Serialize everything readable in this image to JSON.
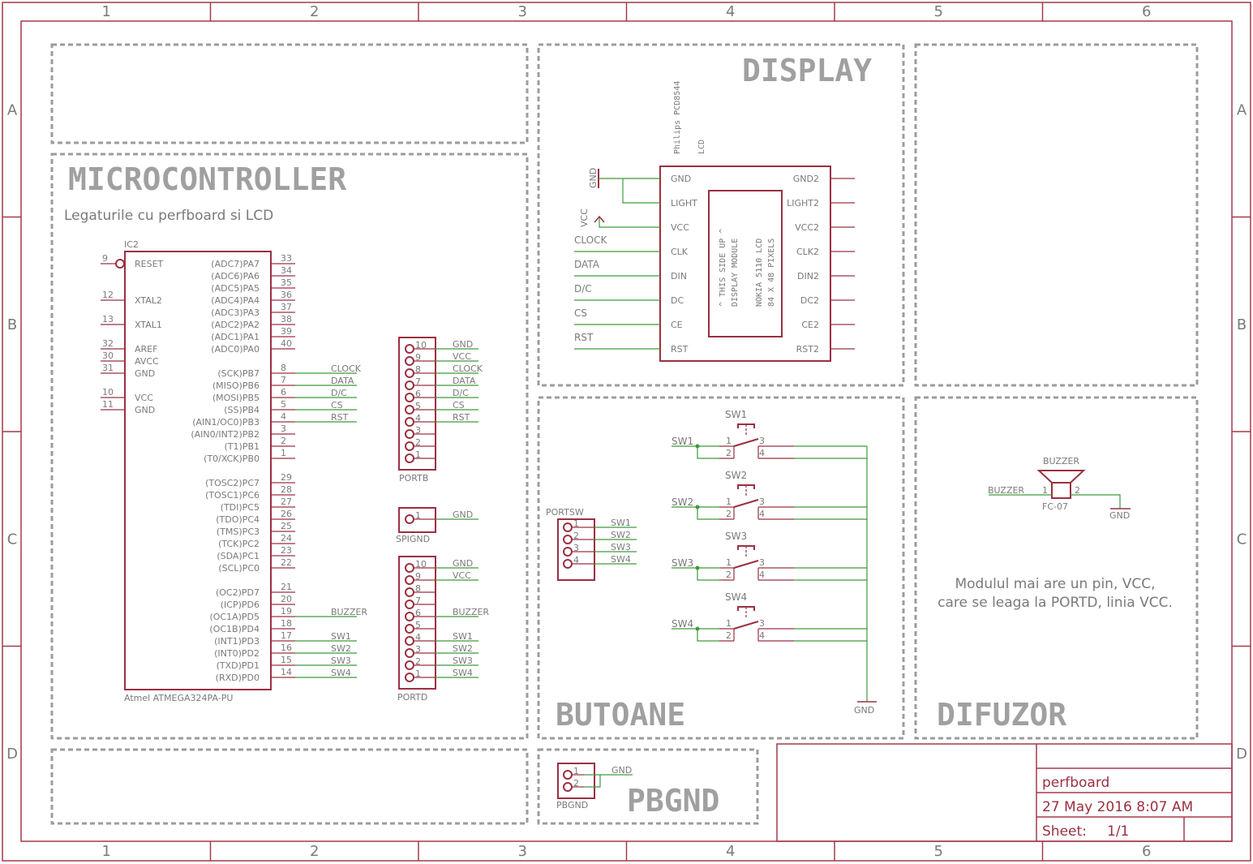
{
  "frame": {
    "columns": [
      "1",
      "2",
      "3",
      "4",
      "5",
      "6"
    ],
    "rows": [
      "A",
      "B",
      "C",
      "D"
    ]
  },
  "sections": {
    "microcontroller": {
      "title": "MICROCONTROLLER",
      "subtitle": "Legaturile cu perfboard si LCD"
    },
    "display": {
      "title": "DISPLAY"
    },
    "butoane": {
      "title": "BUTOANE"
    },
    "difuzor": {
      "title": "DIFUZOR",
      "note_line1": "Modulul mai are un pin, VCC,",
      "note_line2": "care se leaga la PORTD, linia VCC."
    },
    "pbgnd": {
      "title": "PBGND"
    }
  },
  "ic2": {
    "ref": "IC2",
    "value": "Atmel ATMEGA324PA-PU",
    "left_pins": [
      {
        "num": "9",
        "name": "RESET"
      },
      {
        "num": "12",
        "name": "XTAL2"
      },
      {
        "num": "13",
        "name": "XTAL1"
      },
      {
        "num": "32",
        "name": "AREF"
      },
      {
        "num": "30",
        "name": "AVCC"
      },
      {
        "num": "31",
        "name": "GND"
      },
      {
        "num": "10",
        "name": "VCC"
      },
      {
        "num": "11",
        "name": "GND"
      }
    ],
    "right_pins": [
      {
        "num": "33",
        "name": "(ADC7)PA7",
        "net": ""
      },
      {
        "num": "34",
        "name": "(ADC6)PA6",
        "net": ""
      },
      {
        "num": "35",
        "name": "(ADC5)PA5",
        "net": ""
      },
      {
        "num": "36",
        "name": "(ADC4)PA4",
        "net": ""
      },
      {
        "num": "37",
        "name": "(ADC3)PA3",
        "net": ""
      },
      {
        "num": "38",
        "name": "(ADC2)PA2",
        "net": ""
      },
      {
        "num": "39",
        "name": "(ADC1)PA1",
        "net": ""
      },
      {
        "num": "40",
        "name": "(ADC0)PA0",
        "net": ""
      },
      {
        "num": "8",
        "name": "(SCK)PB7",
        "net": "CLOCK"
      },
      {
        "num": "7",
        "name": "(MISO)PB6",
        "net": "DATA"
      },
      {
        "num": "6",
        "name": "(MOSI)PB5",
        "net": "D/C"
      },
      {
        "num": "5",
        "name": "(SS)PB4",
        "net": "CS"
      },
      {
        "num": "4",
        "name": "(AIN1/OC0)PB3",
        "net": "RST"
      },
      {
        "num": "3",
        "name": "(AIN0/INT2)PB2",
        "net": ""
      },
      {
        "num": "2",
        "name": "(T1)PB1",
        "net": ""
      },
      {
        "num": "1",
        "name": "(T0/XCK)PB0",
        "net": ""
      },
      {
        "num": "29",
        "name": "(TOSC2)PC7",
        "net": ""
      },
      {
        "num": "28",
        "name": "(TOSC1)PC6",
        "net": ""
      },
      {
        "num": "27",
        "name": "(TDI)PC5",
        "net": ""
      },
      {
        "num": "26",
        "name": "(TDO)PC4",
        "net": ""
      },
      {
        "num": "25",
        "name": "(TMS)PC3",
        "net": ""
      },
      {
        "num": "24",
        "name": "(TCK)PC2",
        "net": ""
      },
      {
        "num": "23",
        "name": "(SDA)PC1",
        "net": ""
      },
      {
        "num": "22",
        "name": "(SCL)PC0",
        "net": ""
      },
      {
        "num": "21",
        "name": "(OC2)PD7",
        "net": ""
      },
      {
        "num": "20",
        "name": "(ICP)PD6",
        "net": ""
      },
      {
        "num": "19",
        "name": "(OC1A)PD5",
        "net": "BUZZER"
      },
      {
        "num": "18",
        "name": "(OC1B)PD4",
        "net": ""
      },
      {
        "num": "17",
        "name": "(INT1)PD3",
        "net": "SW1"
      },
      {
        "num": "16",
        "name": "(INT0)PD2",
        "net": "SW2"
      },
      {
        "num": "15",
        "name": "(TXD)PD1",
        "net": "SW3"
      },
      {
        "num": "14",
        "name": "(RXD)PD0",
        "net": "SW4"
      }
    ]
  },
  "portb": {
    "name": "PORTB",
    "pins": [
      "10",
      "9",
      "8",
      "7",
      "6",
      "5",
      "4",
      "3",
      "2",
      "1"
    ],
    "nets": [
      "GND",
      "VCC",
      "CLOCK",
      "DATA",
      "D/C",
      "CS",
      "RST",
      "",
      "",
      ""
    ]
  },
  "spignd": {
    "name": "SPIGND",
    "pins": [
      "1"
    ],
    "nets": [
      "GND"
    ]
  },
  "portd": {
    "name": "PORTD",
    "pins": [
      "10",
      "9",
      "8",
      "7",
      "6",
      "5",
      "4",
      "3",
      "2",
      "1"
    ],
    "nets": [
      "GND",
      "VCC",
      "",
      "",
      "BUZZER",
      "",
      "SW1",
      "SW2",
      "SW3",
      "SW4"
    ]
  },
  "lcd": {
    "brand": "Philips  PCD8544",
    "type": "LCD",
    "module_line1": "^ THIS SIDE UP ^",
    "module_line2": "DISPLAY MODULE",
    "module_line3": "NOKIA 5110 LCD",
    "module_line4": "84 X 48 PIXELS",
    "left_pins": [
      "GND",
      "LIGHT",
      "VCC",
      "CLK",
      "DIN",
      "DC",
      "CE",
      "RST"
    ],
    "right_pins": [
      "GND2",
      "LIGHT2",
      "VCC2",
      "CLK2",
      "DIN2",
      "DC2",
      "CE2",
      "RST2"
    ],
    "nets": [
      "",
      "",
      "",
      "CLOCK",
      "DATA",
      "D/C",
      "CS",
      "RST"
    ],
    "gnd_label": "GND",
    "vcc_label": "VCC"
  },
  "portsw": {
    "name": "PORTSW",
    "pins": [
      "1",
      "2",
      "3",
      "4"
    ],
    "nets": [
      "SW1",
      "SW2",
      "SW3",
      "SW4"
    ]
  },
  "switches": [
    {
      "ref": "SW1",
      "net": "SW1"
    },
    {
      "ref": "SW2",
      "net": "SW2"
    },
    {
      "ref": "SW3",
      "net": "SW3"
    },
    {
      "ref": "SW4",
      "net": "SW4"
    }
  ],
  "switch_pins": [
    "1",
    "2",
    "3",
    "4"
  ],
  "switch_gnd": "GND",
  "buzzer": {
    "ref": "BUZZER",
    "value": "FC-07",
    "net": "BUZZER",
    "pin1": "1",
    "pin2": "2",
    "gnd": "GND"
  },
  "pbgnd": {
    "name": "PBGND",
    "pins": [
      "1",
      "2"
    ],
    "net": "GND"
  },
  "title_block": {
    "name": "perfboard",
    "date": "27 May 2016 8:07 AM",
    "sheet_label": "Sheet:",
    "sheet_value": "1/1"
  }
}
